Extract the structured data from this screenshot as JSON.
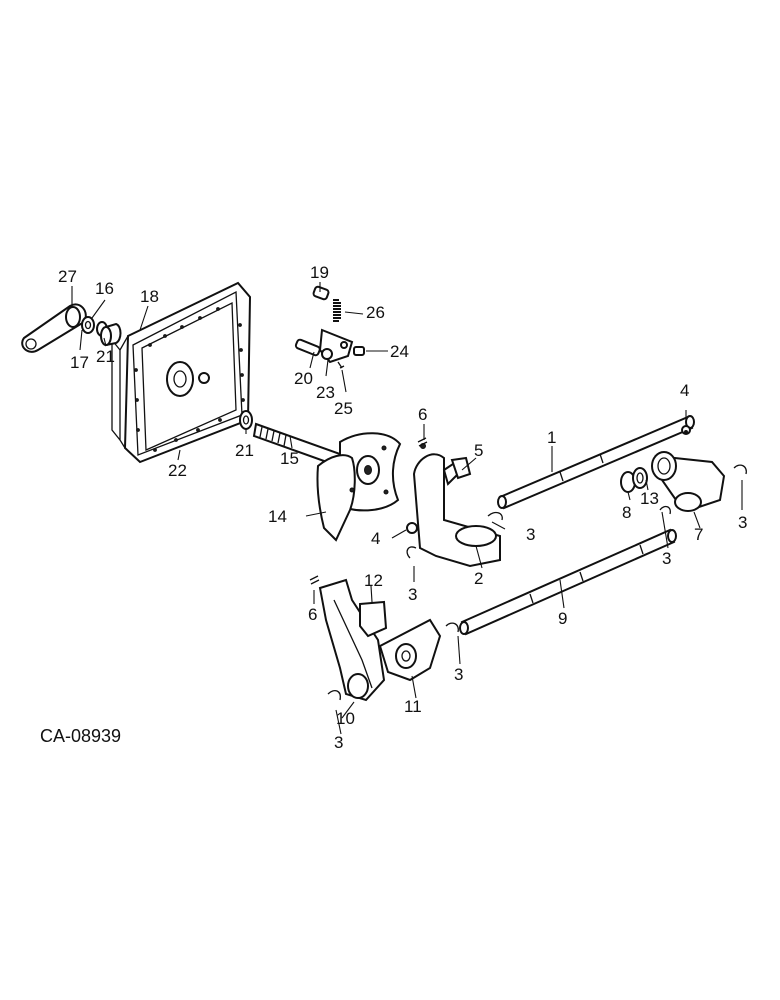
{
  "drawing": {
    "id": "CA-08939",
    "callouts": [
      "27",
      "16",
      "18",
      "17",
      "21",
      "19",
      "26",
      "24",
      "20",
      "23",
      "25",
      "22",
      "21",
      "15",
      "14",
      "6",
      "5",
      "1",
      "4",
      "3",
      "4",
      "2",
      "3",
      "13",
      "8",
      "7",
      "3",
      "12",
      "6",
      "9",
      "3",
      "11",
      "10",
      "3",
      "3"
    ]
  }
}
